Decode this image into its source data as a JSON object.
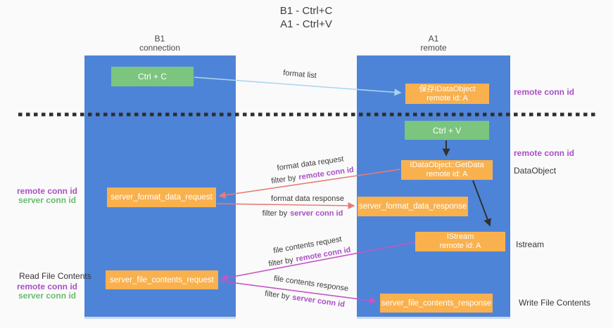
{
  "title": {
    "line1": "B1 - Ctrl+C",
    "line2": "A1 - Ctrl+V"
  },
  "columns": {
    "left": {
      "name": "B1",
      "role": "connection"
    },
    "right": {
      "name": "A1",
      "role": "remote"
    }
  },
  "nodes": {
    "ctrl_c": {
      "label": "Ctrl + C"
    },
    "ctrl_v": {
      "label": "Ctrl + V"
    },
    "saved_dataobject": {
      "line1": "保存IDataObject",
      "line2": "remote id: A"
    },
    "getdata": {
      "line1": "IDataObject::GetData",
      "line2": "remote id: A"
    },
    "istream": {
      "line1": "IStream",
      "line2": "remote id: A"
    },
    "server_format_data_request": {
      "label": "server_format_data_request"
    },
    "server_format_data_response": {
      "label": "server_format_data_response"
    },
    "server_file_contents_request": {
      "label": "server_file_contents_request"
    },
    "server_file_contents_response": {
      "label": "server_file_contents_response"
    }
  },
  "arrow_labels": {
    "format_list": "format list",
    "format_data_request": "format data request",
    "format_data_response": "format data response",
    "file_contents_request": "file contents request",
    "file_contents_response": "file contents response",
    "filter_by": "filter by"
  },
  "side_labels": {
    "remote_conn_id": "remote conn id",
    "server_conn_id": "server conn id",
    "dataobject": "DataObject",
    "istream": "Istream",
    "read_file_contents": "Read File Contents",
    "write_file_contents": "Write File Contents"
  },
  "colors": {
    "lifeline_blue": "#4e84d7",
    "node_green": "#7cc57f",
    "node_orange": "#f9b14e",
    "arrow_lightblue": "#a9d5f3",
    "arrow_red": "#e77c77",
    "arrow_magenta": "#c455c8",
    "arrow_black": "#303030",
    "text_purple": "#a94fc6",
    "text_green": "#66bd6d",
    "background": "#fafafa"
  }
}
